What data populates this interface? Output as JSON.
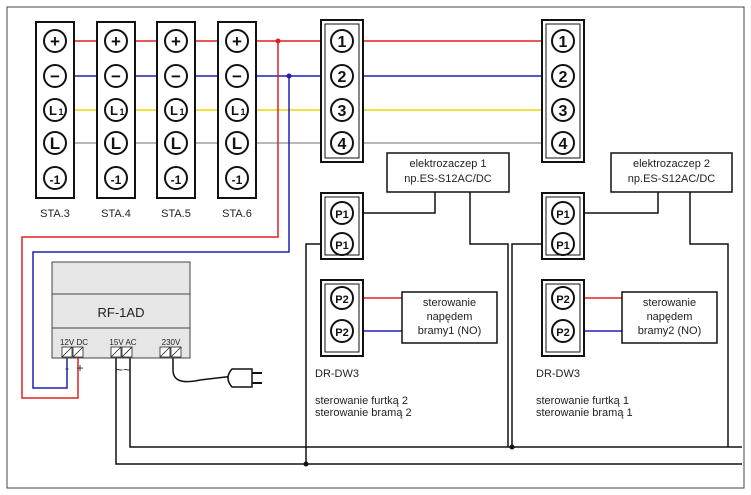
{
  "stations": [
    {
      "id": "STA.3",
      "label": "STA.3"
    },
    {
      "id": "STA.4",
      "label": "STA.4"
    },
    {
      "id": "STA.5",
      "label": "STA.5"
    },
    {
      "id": "STA.6",
      "label": "STA.6"
    }
  ],
  "station_terminals": [
    "+",
    "−",
    "L1",
    "L",
    "-1"
  ],
  "dr_terminals": [
    "1",
    "2",
    "3",
    "4"
  ],
  "p_terminals": {
    "p1": "P1",
    "p2": "P2"
  },
  "wire_colors": {
    "plus": "#e02020",
    "minus": "#2020b0",
    "l1": "#e8d800",
    "l": "#a0a0a0",
    "black": "#111111"
  },
  "power_supply": {
    "name": "RF-1AD",
    "out_12v_label": "12V DC",
    "out_15v_label": "15V AC",
    "in_230v_label": "230V",
    "minus_mark": "-",
    "plus_mark": "+",
    "ac_mark": "~~"
  },
  "modules": [
    {
      "label": "DR-DW3",
      "lock_box": [
        "elektrozaczep 1",
        "np.ES-S12AC/DC"
      ],
      "gate_box": [
        "sterowanie",
        "napędem",
        "bramy1 (NO)"
      ],
      "notes": [
        "sterowanie furtką 2",
        "sterowanie bramą 2"
      ]
    },
    {
      "label": "DR-DW3",
      "lock_box": [
        "elektrozaczep 2",
        "np.ES-S12AC/DC"
      ],
      "gate_box": [
        "sterowanie",
        "napędem",
        "bramy2 (NO)"
      ],
      "notes": [
        "sterowanie furtką 1",
        "sterowanie bramą 1"
      ]
    }
  ]
}
